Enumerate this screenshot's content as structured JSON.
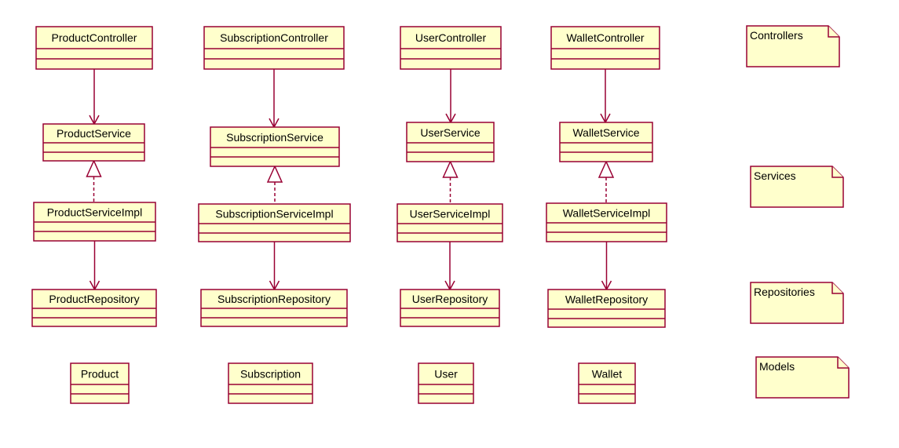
{
  "colors": {
    "box_fill": "#ffffcc",
    "stroke": "#990033",
    "text": "#000000"
  },
  "classes": [
    {
      "id": "product-controller",
      "name": "ProductController"
    },
    {
      "id": "product-service",
      "name": "ProductService"
    },
    {
      "id": "product-service-impl",
      "name": "ProductServiceImpl"
    },
    {
      "id": "product-repository",
      "name": "ProductRepository"
    },
    {
      "id": "product",
      "name": "Product"
    },
    {
      "id": "subscription-controller",
      "name": "SubscriptionController"
    },
    {
      "id": "subscription-service",
      "name": "SubscriptionService"
    },
    {
      "id": "subscription-service-impl",
      "name": "SubscriptionServiceImpl"
    },
    {
      "id": "subscription-repository",
      "name": "SubscriptionRepository"
    },
    {
      "id": "subscription",
      "name": "Subscription"
    },
    {
      "id": "user-controller",
      "name": "UserController"
    },
    {
      "id": "user-service",
      "name": "UserService"
    },
    {
      "id": "user-service-impl",
      "name": "UserServiceImpl"
    },
    {
      "id": "user-repository",
      "name": "UserRepository"
    },
    {
      "id": "user",
      "name": "User"
    },
    {
      "id": "wallet-controller",
      "name": "WalletController"
    },
    {
      "id": "wallet-service",
      "name": "WalletService"
    },
    {
      "id": "wallet-service-impl",
      "name": "WalletServiceImpl"
    },
    {
      "id": "wallet-repository",
      "name": "WalletRepository"
    },
    {
      "id": "wallet",
      "name": "Wallet"
    }
  ],
  "notes": [
    {
      "id": "controllers",
      "text": "Controllers"
    },
    {
      "id": "services",
      "text": "Services"
    },
    {
      "id": "repositories",
      "text": "Repositories"
    },
    {
      "id": "models",
      "text": "Models"
    }
  ],
  "relations": [
    {
      "type": "dependency",
      "from": "product-controller",
      "to": "product-service"
    },
    {
      "type": "realization",
      "from": "product-service-impl",
      "to": "product-service"
    },
    {
      "type": "dependency",
      "from": "product-service-impl",
      "to": "product-repository"
    },
    {
      "type": "dependency",
      "from": "subscription-controller",
      "to": "subscription-service"
    },
    {
      "type": "realization",
      "from": "subscription-service-impl",
      "to": "subscription-service"
    },
    {
      "type": "dependency",
      "from": "subscription-service-impl",
      "to": "subscription-repository"
    },
    {
      "type": "dependency",
      "from": "user-controller",
      "to": "user-service"
    },
    {
      "type": "realization",
      "from": "user-service-impl",
      "to": "user-service"
    },
    {
      "type": "dependency",
      "from": "user-service-impl",
      "to": "user-repository"
    },
    {
      "type": "dependency",
      "from": "wallet-controller",
      "to": "wallet-service"
    },
    {
      "type": "realization",
      "from": "wallet-service-impl",
      "to": "wallet-service"
    },
    {
      "type": "dependency",
      "from": "wallet-service-impl",
      "to": "wallet-repository"
    }
  ]
}
